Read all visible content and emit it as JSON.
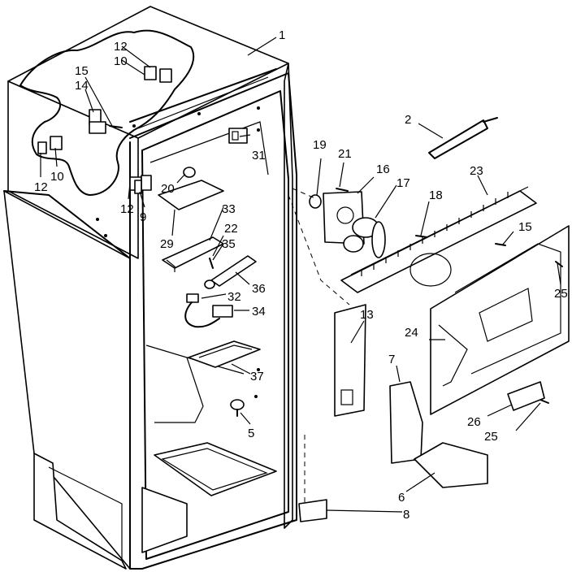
{
  "diagram": {
    "callouts": [
      {
        "id": "1",
        "label": "1"
      },
      {
        "id": "2",
        "label": "2"
      },
      {
        "id": "5",
        "label": "5"
      },
      {
        "id": "6",
        "label": "6"
      },
      {
        "id": "7",
        "label": "7"
      },
      {
        "id": "8",
        "label": "8"
      },
      {
        "id": "9",
        "label": "9"
      },
      {
        "id": "10a",
        "label": "10"
      },
      {
        "id": "10b",
        "label": "10"
      },
      {
        "id": "12a",
        "label": "12"
      },
      {
        "id": "12b",
        "label": "12"
      },
      {
        "id": "12c",
        "label": "12"
      },
      {
        "id": "13",
        "label": "13"
      },
      {
        "id": "14",
        "label": "14"
      },
      {
        "id": "15a",
        "label": "15"
      },
      {
        "id": "15b",
        "label": "15"
      },
      {
        "id": "16",
        "label": "16"
      },
      {
        "id": "17",
        "label": "17"
      },
      {
        "id": "18",
        "label": "18"
      },
      {
        "id": "19",
        "label": "19"
      },
      {
        "id": "20",
        "label": "20"
      },
      {
        "id": "21",
        "label": "21"
      },
      {
        "id": "22",
        "label": "22"
      },
      {
        "id": "23",
        "label": "23"
      },
      {
        "id": "24",
        "label": "24"
      },
      {
        "id": "25a",
        "label": "25"
      },
      {
        "id": "25b",
        "label": "25"
      },
      {
        "id": "26",
        "label": "26"
      },
      {
        "id": "29",
        "label": "29"
      },
      {
        "id": "31",
        "label": "31"
      },
      {
        "id": "32",
        "label": "32"
      },
      {
        "id": "33",
        "label": "33"
      },
      {
        "id": "34",
        "label": "34"
      },
      {
        "id": "35",
        "label": "35"
      },
      {
        "id": "36",
        "label": "36"
      },
      {
        "id": "37",
        "label": "37"
      }
    ]
  }
}
